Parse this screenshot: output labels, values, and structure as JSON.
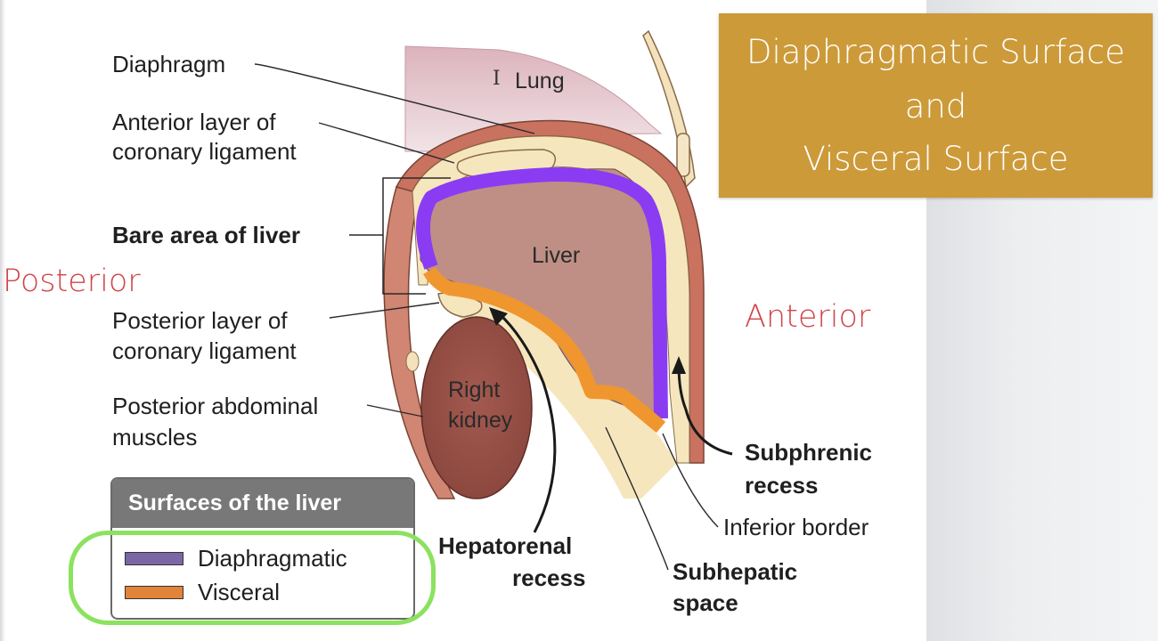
{
  "title": {
    "line1_bold": "Diaphragmatic",
    "line1_rest": "Surface",
    "line2": "and",
    "line3_bold": "Visceral",
    "line3_rest": "Surface"
  },
  "orientation": {
    "posterior": "Posterior",
    "anterior": "Anterior"
  },
  "labels": {
    "diaphragm": "Diaphragm",
    "anterior_layer_1": "Anterior layer of",
    "anterior_layer_2": "coronary ligament",
    "bare_area": "Bare area of liver",
    "posterior_layer_1": "Posterior layer of",
    "posterior_layer_2": "coronary ligament",
    "post_abd_1": "Posterior abdominal",
    "post_abd_2": "muscles",
    "lung": "Lung",
    "liver": "Liver",
    "right_kidney_1": "Right",
    "right_kidney_2": "kidney",
    "subphrenic_1": "Subphrenic",
    "subphrenic_2": "recess",
    "inferior_border": "Inferior border",
    "hepatorenal_1": "Hepatorenal",
    "hepatorenal_2": "recess",
    "subhepatic_1": "Subhepatic",
    "subhepatic_2": "space"
  },
  "legend": {
    "title": "Surfaces of the liver",
    "items": [
      {
        "label": "Diaphragmatic",
        "color": "#7b67a6"
      },
      {
        "label": "Visceral",
        "color": "#e2833a"
      }
    ]
  },
  "colors": {
    "diaphragmatic_line": "#8a3cf2",
    "visceral_line": "#f0962e",
    "title_box": "#cc9a39",
    "orientation_text": "#d0454a",
    "highlight_outline": "#8be25e"
  }
}
